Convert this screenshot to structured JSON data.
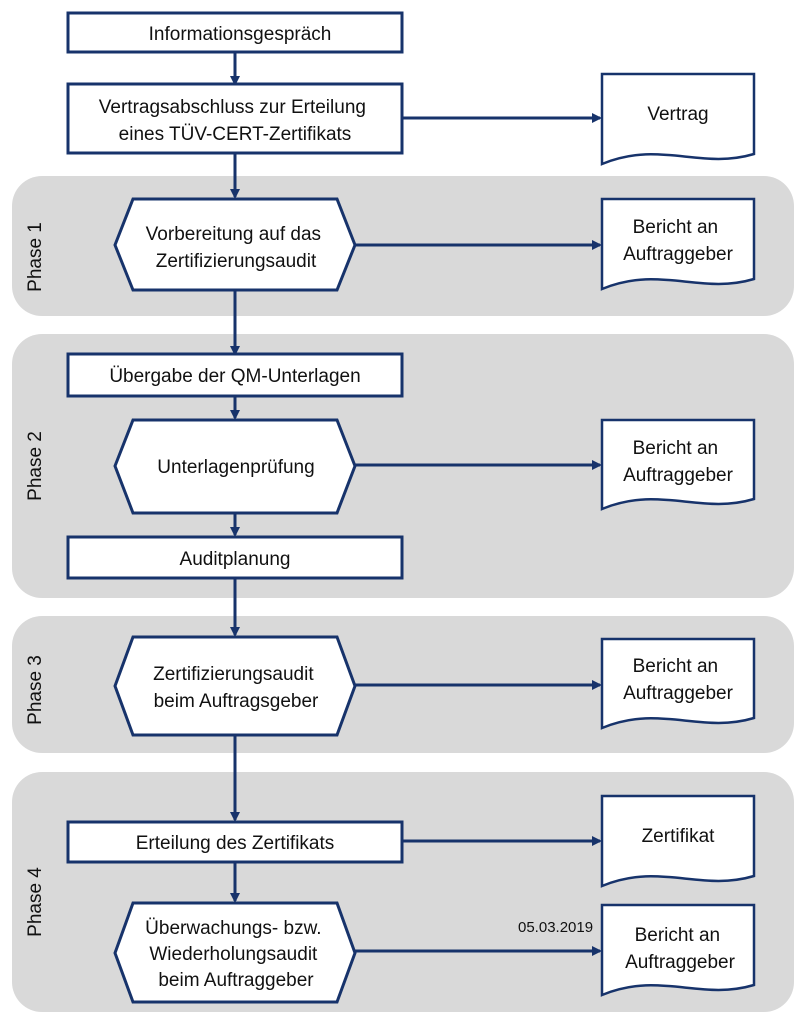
{
  "colors": {
    "stroke": "#17336b",
    "phase_band": "#d9d9d9",
    "node_fill": "#ffffff",
    "text": "#111111"
  },
  "phases": [
    {
      "label": "Phase 1"
    },
    {
      "label": "Phase 2"
    },
    {
      "label": "Phase 3"
    },
    {
      "label": "Phase 4"
    }
  ],
  "steps": {
    "informationsgespraech": {
      "lines": [
        "Informationsgespräch"
      ]
    },
    "vertragsabschluss": {
      "lines": [
        "Vertragsabschluss zur Erteilung",
        "eines TÜV-CERT-Zertifikats"
      ]
    },
    "vorbereitung": {
      "lines": [
        "Vorbereitung auf das",
        "Zertifizierungsaudit"
      ]
    },
    "uebergabe": {
      "lines": [
        "Übergabe der QM-Unterlagen"
      ]
    },
    "unterlagenpruefung": {
      "lines": [
        "Unterlagenprüfung"
      ]
    },
    "auditplanung": {
      "lines": [
        "Auditplanung"
      ]
    },
    "zertifizierungsaudit": {
      "lines": [
        "Zertifizierungsaudit",
        "beim Auftragsgeber"
      ]
    },
    "erteilung": {
      "lines": [
        "Erteilung des Zertifikats"
      ]
    },
    "ueberwachung": {
      "lines": [
        "Überwachungs-  bzw.",
        "Wiederholungsaudit",
        "beim Auftraggeber"
      ]
    }
  },
  "documents": {
    "vertrag": {
      "lines": [
        "Vertrag"
      ]
    },
    "bericht1": {
      "lines": [
        "Bericht an",
        "Auftraggeber"
      ]
    },
    "bericht2": {
      "lines": [
        "Bericht an",
        "Auftraggeber"
      ]
    },
    "bericht3": {
      "lines": [
        "Bericht an",
        "Auftraggeber"
      ]
    },
    "zertifikat": {
      "lines": [
        "Zertifikat"
      ]
    },
    "bericht4": {
      "lines": [
        "Bericht an",
        "Auftraggeber"
      ]
    }
  },
  "date_stamp": "05.03.2019"
}
